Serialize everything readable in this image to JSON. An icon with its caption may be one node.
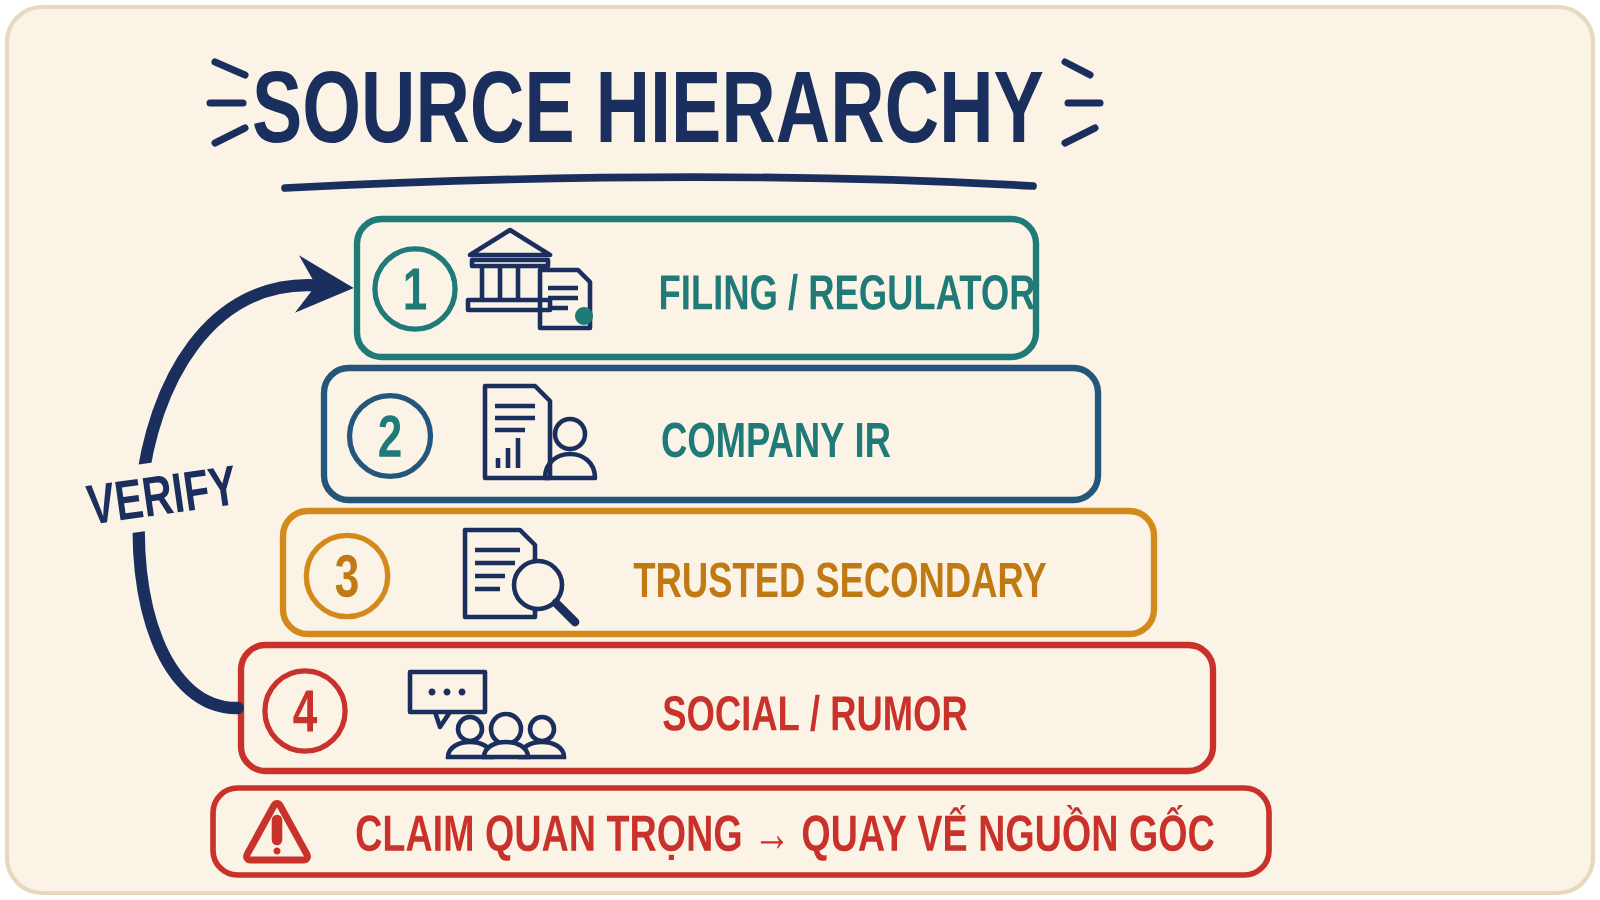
{
  "diagram": {
    "title": "SOURCE HIERARCHY",
    "nodes": [
      {
        "text": [
          "1",
          "FILING / REGULATOR"
        ]
      },
      {
        "text": [
          "2",
          "COMPANY IR"
        ]
      },
      {
        "text": [
          "3",
          "TRUSTED SECONDARY"
        ]
      },
      {
        "text": [
          "4",
          "SOCIAL / RUMOR"
        ]
      },
      {
        "text": [
          "CLAIM QUAN TRỌNG → QUAY VẾ NGUỒN GỐC"
        ]
      }
    ],
    "edges": [
      {
        "from": 3,
        "to": 0,
        "arrow": "to",
        "label": "VERIFY"
      }
    ]
  }
}
